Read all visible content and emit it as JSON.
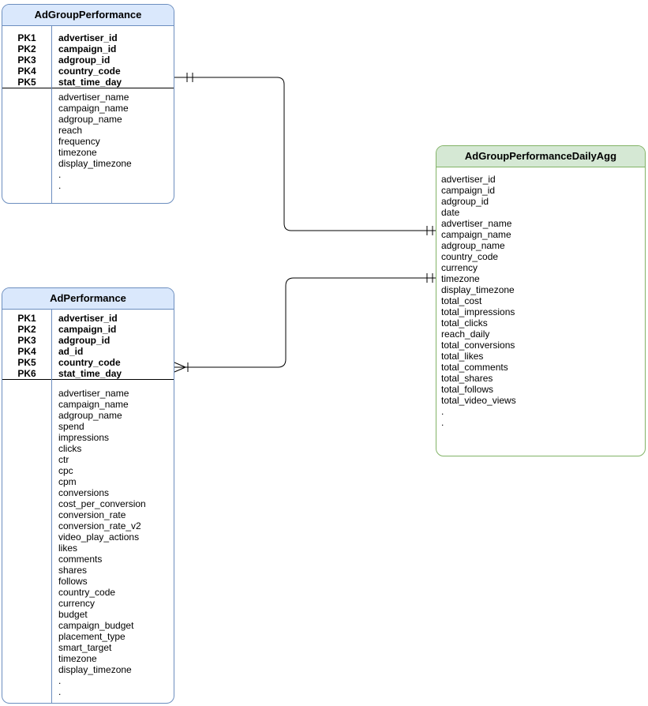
{
  "tables": [
    {
      "name": "AdGroupPerformance",
      "theme": {
        "header_fill": "#dae8fc",
        "border": "#6c8ebf"
      },
      "primary_keys": [
        {
          "key": "PK1",
          "field": "advertiser_id"
        },
        {
          "key": "PK2",
          "field": "campaign_id"
        },
        {
          "key": "PK3",
          "field": "adgroup_id"
        },
        {
          "key": "PK4",
          "field": "country_code"
        },
        {
          "key": "PK5",
          "field": "stat_time_day"
        }
      ],
      "fields": [
        "advertiser_name",
        "campaign_name",
        "adgroup_name",
        "reach",
        "frequency",
        "timezone",
        "display_timezone",
        ".",
        "."
      ]
    },
    {
      "name": "AdPerformance",
      "theme": {
        "header_fill": "#dae8fc",
        "border": "#6c8ebf"
      },
      "primary_keys": [
        {
          "key": "PK1",
          "field": "advertiser_id"
        },
        {
          "key": "PK2",
          "field": "campaign_id"
        },
        {
          "key": "PK3",
          "field": "adgroup_id"
        },
        {
          "key": "PK4",
          "field": "ad_id"
        },
        {
          "key": "PK5",
          "field": "country_code"
        },
        {
          "key": "PK6",
          "field": "stat_time_day"
        }
      ],
      "fields": [
        "advertiser_name",
        "campaign_name",
        "adgroup_name",
        "spend",
        "impressions",
        "clicks",
        "ctr",
        "cpc",
        "cpm",
        "conversions",
        "cost_per_conversion",
        "conversion_rate",
        "conversion_rate_v2",
        "video_play_actions",
        "likes",
        "comments",
        "shares",
        "follows",
        "country_code",
        "currency",
        "budget",
        "campaign_budget",
        "placement_type",
        "smart_target",
        "timezone",
        "display_timezone",
        ".",
        "."
      ]
    },
    {
      "name": "AdGroupPerformanceDailyAgg",
      "theme": {
        "header_fill": "#d5e8d4",
        "border": "#82b366"
      },
      "primary_keys": [],
      "fields": [
        "advertiser_id",
        "campaign_id",
        "adgroup_id",
        "date",
        "advertiser_name",
        "campaign_name",
        "adgroup_name",
        "country_code",
        "currency",
        "timezone",
        "display_timezone",
        "total_cost",
        "total_impressions",
        "total_clicks",
        "reach_daily",
        "total_conversions",
        "total_likes",
        "total_comments",
        "total_shares",
        "total_follows",
        "total_video_views",
        ".",
        "."
      ]
    }
  ],
  "connectors": [
    {
      "from": "AdGroupPerformance",
      "to": "AdGroupPerformanceDailyAgg",
      "from_cardinality": "one-and-only-one",
      "to_cardinality": "one-and-only-one"
    },
    {
      "from": "AdPerformance",
      "to": "AdGroupPerformanceDailyAgg",
      "from_cardinality": "many",
      "to_cardinality": "one-and-only-one"
    }
  ],
  "colors": {
    "line": "#000000",
    "background": "#ffffff"
  }
}
